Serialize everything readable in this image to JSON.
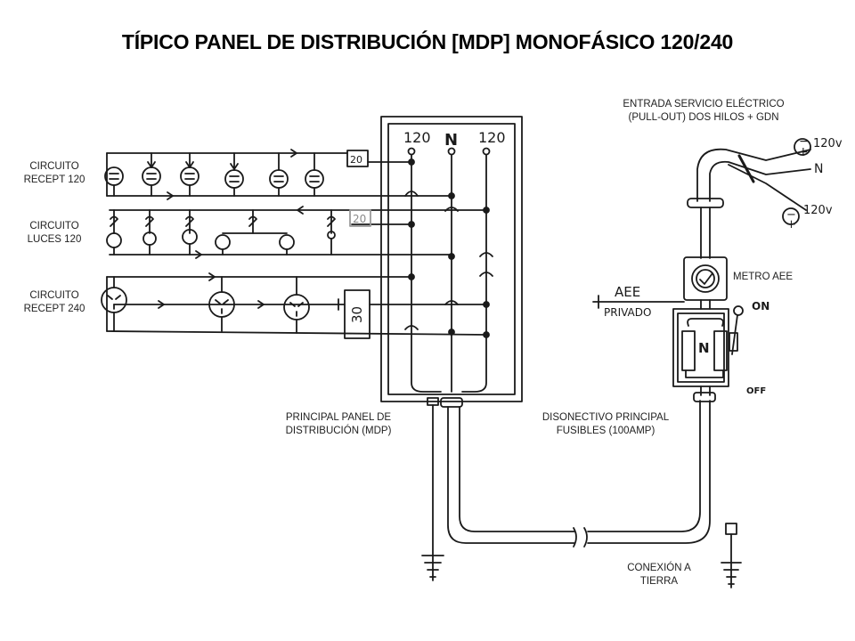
{
  "title": "TÍPICO PANEL DE DISTRIBUCIÓN [MDP] MONOFÁSICO 120/240",
  "labels": {
    "circuit_recept_120": [
      "CIRCUITO",
      "RECEPT 120"
    ],
    "circuit_luces_120": [
      "CIRCUITO",
      "LUCES 120"
    ],
    "circuit_recept_240": [
      "CIRCUITO",
      "RECEPT 240"
    ],
    "entrada_servicio": [
      "ENTRADA SERVICIO ELÉCTRICO",
      "(PULL-OUT)  DOS HILOS + GDN"
    ],
    "metro": "METRO AEE",
    "principal_panel": [
      "PRINCIPAL  PANEL DE",
      "DISTRIBUCIÓN  (MDP)"
    ],
    "desconectivo": [
      "DISONECTIVO  PRINCIPAL",
      "FUSIBLES (100AMP)"
    ],
    "conexion_tierra": [
      "CONEXIÓN  A",
      "TIERRA"
    ]
  },
  "handwritten": {
    "bus_left": "120",
    "bus_neutral": "N",
    "bus_right": "120",
    "breaker_recept_120": "20",
    "breaker_luces_120": "20",
    "breaker_recept_240": "30",
    "service_plus": "+",
    "service_minus": "−",
    "service_volt_top": "120v",
    "service_neutral": "N",
    "service_volt_bottom": "120v",
    "aee": "AEE",
    "privado": "PRIVADO",
    "switch_on": "ON",
    "switch_off": "OFF",
    "disconnect_neutral": "N"
  }
}
